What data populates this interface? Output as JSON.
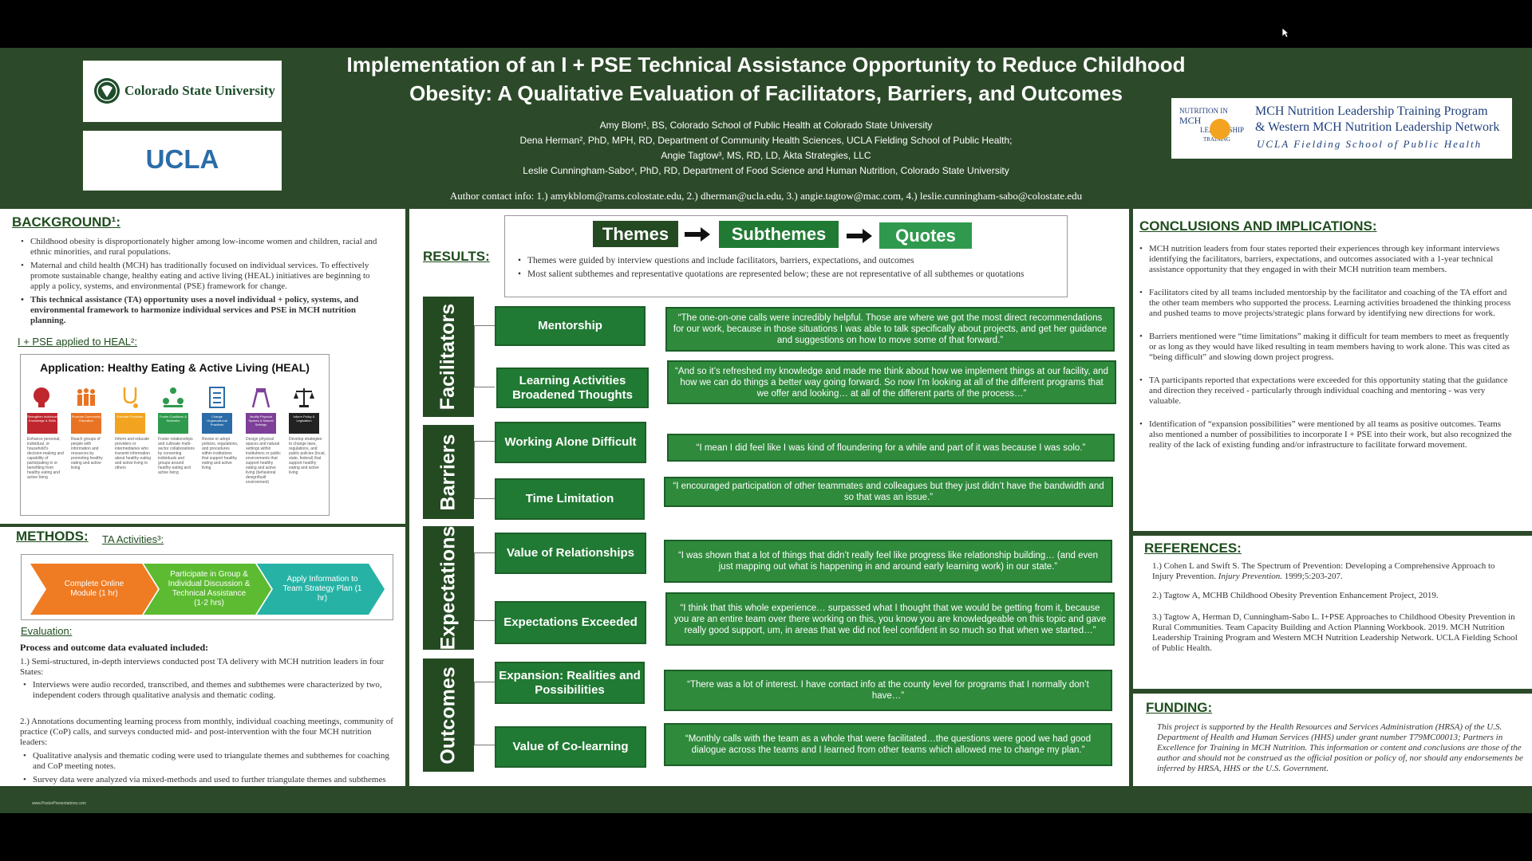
{
  "poster": {
    "title_line1": "Implementation of an I + PSE Technical Assistance Opportunity to Reduce Childhood",
    "title_line2": "Obesity: A Qualitative Evaluation of Facilitators, Barriers, and Outcomes",
    "authors": [
      "Amy Blom¹, BS, Colorado School of Public Health at Colorado State University",
      "Dena Herman², PhD, MPH, RD, Department of Community Health Sciences, UCLA Fielding School of Public Health;",
      "Angie Tagtow³, MS, RD, LD, Äkta Strategies, LLC",
      "Leslie Cunningham-Sabo⁴, PhD, RD, Department of Food Science and Human Nutrition, Colorado State University"
    ],
    "contact": "Author contact info: 1.) amykblom@rams.colostate.edu, 2.) dherman@ucla.edu, 3.) angie.tagtow@mac.com, 4.) leslie.cunningham-sabo@colostate.edu",
    "footer_url": "www.PosterPresentations.com"
  },
  "logos": {
    "csu": "Colorado State University",
    "ucla": "UCLA",
    "mch_mark": [
      "NUTRITION IN",
      "MCH",
      "LEADERSHIP",
      "TRAINING"
    ],
    "mch_line1": "MCH Nutrition Leadership Training Program",
    "mch_line2": "& Western MCH Nutrition Leadership Network",
    "mch_line3": "UCLA Fielding School of Public Health"
  },
  "background": {
    "heading": "BACKGROUND¹:",
    "bullets": [
      "Childhood obesity is disproportionately higher among low-income women and children, racial and ethnic minorities, and rural populations.",
      "Maternal and child health (MCH) has traditionally focused on individual services. To effectively promote sustainable change, healthy eating and active living (HEAL) initiatives are beginning to apply a policy, systems, and environmental (PSE) framework for change.",
      "This technical assistance (TA) opportunity uses a novel individual + policy, systems, and environmental framework to harmonize individual services and PSE in MCH nutrition planning."
    ],
    "ipse_label": "I + PSE applied to HEAL²:",
    "heal_title": "Application: Healthy Eating & Active Living (HEAL)",
    "heal_labels": [
      "Strengthen Individual Knowledge & Skills",
      "Promote Community Education",
      "Educate Providers",
      "Foster Coalitions & Networks",
      "Change Organizational Practices",
      "Modify Physical Spaces & Natural Settings",
      "Inform Policy & Legislation"
    ],
    "heal_descs": [
      "Enhance personal, individual, or household's decision-making and capability of participating in or benefiting from healthy eating and active living",
      "Reach groups of people with information and resources by promoting healthy eating and active living",
      "Inform and educate providers or intermediaries who transmit information about healthy eating and active living to others",
      "Foster relationships and cultivate multi-sector collaborations by convening individuals and groups around healthy eating and active living",
      "Revise or adopt policies, regulations, and procedures within institutions that support healthy eating and active living",
      "Design physical spaces and natural settings within institutions or public environments that support healthy eating and active living (behavioral design/built environment)",
      "Develop strategies to change laws, regulations, and public policies (local, state, federal) that support healthy eating and active living"
    ]
  },
  "methods": {
    "heading": "METHODS:",
    "ta_label": "TA Activities³:",
    "steps": [
      "Complete Online Module (1 hr)",
      "Participate in Group & Individual Discussion & Technical Assistance (1-2 hrs)",
      "Apply Information to Team Strategy Plan (1 hr)"
    ],
    "eval_label": "Evaluation:",
    "process_heading": "Process and outcome data evaluated included:",
    "p1": "1.)  Semi-structured, in-depth interviews conducted post TA delivery with MCH nutrition leaders in four States:",
    "p1_bullet": "Interviews were audio recorded, transcribed, and themes and subthemes were characterized by two, independent coders through qualitative analysis and thematic coding.",
    "p2": "2.) Annotations documenting learning process from monthly, individual coaching meetings, community of practice (CoP) calls, and surveys conducted mid- and post-intervention with the four MCH nutrition leaders:",
    "p2_bullets": [
      "Qualitative analysis and thematic coding were used to triangulate themes and subthemes for coaching and CoP meeting notes.",
      "Survey data were analyzed via mixed-methods and used to further triangulate themes and subthemes"
    ]
  },
  "results": {
    "heading": "RESULTS:",
    "flow": [
      "Themes",
      "Subthemes",
      "Quotes"
    ],
    "notes": [
      "Themes were guided by interview questions and include facilitators, barriers, expectations, and outcomes",
      "Most salient subthemes and representative quotations are represented below; these are not representative of all subthemes or quotations"
    ],
    "themes": [
      "Facilitators",
      "Barriers",
      "Expectations",
      "Outcomes"
    ],
    "subthemes": [
      "Mentorship",
      "Learning Activities Broadened Thoughts",
      "Working Alone Difficult",
      "Time Limitation",
      "Value of Relationships",
      "Expectations Exceeded",
      "Expansion: Realities and Possibilities",
      "Value of Co-learning"
    ],
    "quotes": [
      "“The one-on-one calls were incredibly helpful. Those are where we got the most direct recommendations for our work, because in those situations I was able to talk specifically about projects, and get her guidance and suggestions on how to move some of that forward.”",
      "“And so it’s refreshed my knowledge and made me think about how we implement things at our facility, and how we can do things a better way going forward. So now I’m looking at all of the different programs that we offer and looking… at all of the different parts of the process…”",
      "“I mean I did feel like I was kind of floundering for a while and part of it was because I was solo.”",
      "“I encouraged participation of other teammates and colleagues but they just didn’t have the bandwidth and so that was an issue.”",
      "“I was shown that a lot of things that didn’t really feel like progress like relationship building… (and even just mapping out what is happening in and around early learning work) in our state.”",
      "“I think that this whole experience… surpassed what I thought that we would be getting from it, because you are an entire team over there working on this, you know you are knowledgeable on this topic and gave really good support, um, in areas that we did not feel confident in so much so that when we started…”",
      "“There was a lot of interest. I have contact info at the county level for programs that I normally don’t have…”",
      "“Monthly calls with the team as a whole that were facilitated…the questions were good we had good dialogue across the teams and I learned from other teams which allowed me to change my plan.”"
    ]
  },
  "conclusions": {
    "heading": "CONCLUSIONS AND IMPLICATIONS:",
    "bullets": [
      "MCH nutrition leaders from four states reported their experiences through key informant interviews identifying the facilitators, barriers, expectations, and outcomes associated with a 1-year technical assistance opportunity that they engaged in with their MCH nutrition team members.",
      "Facilitators cited by all teams included mentorship by the facilitator and coaching of the TA effort and the other team members who supported the process.  Learning activities broadened the thinking process and pushed teams to move projects/strategic plans forward by identifying new directions for work.",
      "Barriers mentioned were “time limitations” making it difficult for team members to meet as frequently or as long as they would have liked resulting in team members having to work alone.  This was cited as “being difficult” and slowing down project progress.",
      "TA participants reported that expectations were exceeded for this opportunity stating that the guidance and direction they received - particularly through individual coaching and mentoring - was very valuable.",
      "Identification of “expansion possibilities” were mentioned by all teams as positive outcomes.  Teams also mentioned a number of possibilities to incorporate I + PSE into their work, but also recognized the reality of the lack of existing funding and/or infrastructure to facilitate forward movement."
    ]
  },
  "references": {
    "heading": "REFERENCES:",
    "r1a": "1.) Cohen L and Swift S. The Spectrum of Prevention: Developing a Comprehensive Approach to Injury Prevention. ",
    "r1b": "Injury Prevention.",
    "r1c": " 1999;5:203-207.",
    "r2": "2.) Tagtow A, MCHB Childhood Obesity Prevention Enhancement Project, 2019.",
    "r3": "3.) Tagtow A, Herman D, Cunningham-Sabo L. I+PSE Approaches to Childhood Obesity Prevention in Rural Communities. Team Capacity Building and Action Planning Workbook. 2019. MCH Nutrition Leadership Training Program and Western MCH Nutrition Leadership Network. UCLA Fielding School of Public Health."
  },
  "funding": {
    "heading": "FUNDING:",
    "text": "This project is supported by the Health Resources and Services Administration (HRSA) of the U.S. Department of Health and Human Services (HHS) under grant number T79MC00013; Partners in Excellence for Training in MCH Nutrition. This information or content and conclusions are those of the author and should not be construed as the official position or policy of, nor should any endorsements be inferred by HRSA, HHS or the U.S. Government."
  },
  "colors": {
    "poster_green": "#2c4a29",
    "theme_dark": "#244a22",
    "subtheme_green": "#217a33",
    "quote_green": "#2f8a3c",
    "heading_green": "#1f4d1e"
  }
}
